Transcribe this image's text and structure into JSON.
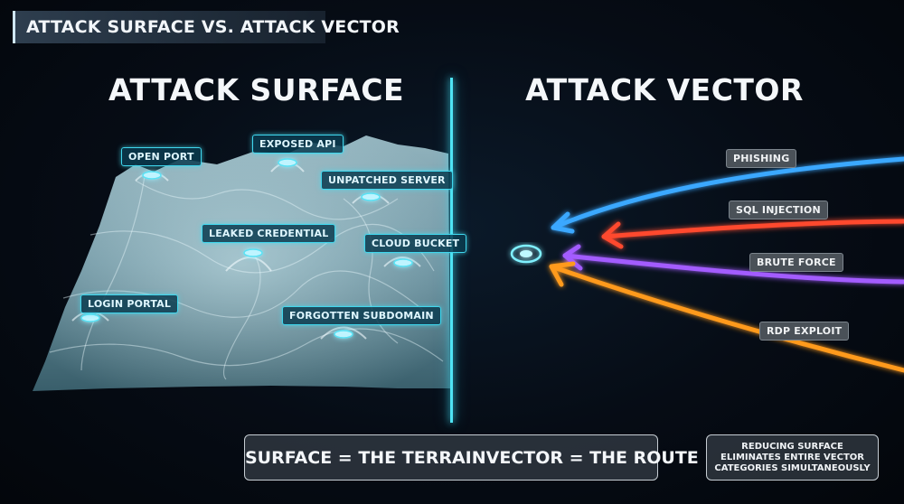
{
  "title": "ATTACK SURFACE VS. ATTACK VECTOR",
  "left": {
    "heading": "ATTACK SURFACE",
    "labels": {
      "open_port": "OPEN PORT",
      "exposed_api": "EXPOSED API",
      "unpatched_server": "UNPATCHED SERVER",
      "leaked_credential": "LEAKED CREDENTIAL",
      "cloud_bucket": "CLOUD BUCKET",
      "login_portal": "LOGIN PORTAL",
      "forgotten_subdomain": "FORGOTTEN SUBDOMAIN"
    }
  },
  "right": {
    "heading": "ATTACK VECTOR",
    "vectors": {
      "phishing": {
        "label": "PHISHING",
        "color": "#3aa8ff"
      },
      "sql_injection": {
        "label": "SQL INJECTION",
        "color": "#ff4a2e"
      },
      "brute_force": {
        "label": "BRUTE FORCE",
        "color": "#a35cff"
      },
      "rdp_exploit": {
        "label": "RDP EXPLOIT",
        "color": "#ff9a1f"
      }
    }
  },
  "summary": {
    "surface": "SURFACE = THE TERRAIN",
    "vector": "VECTOR = THE ROUTE"
  },
  "note": "REDUCING SURFACE ELIMINATES ENTIRE VECTOR CATEGORIES SIMULTANEOUSLY",
  "colors": {
    "accent": "#4fe4f5",
    "terrain": "#7fa9b6"
  }
}
